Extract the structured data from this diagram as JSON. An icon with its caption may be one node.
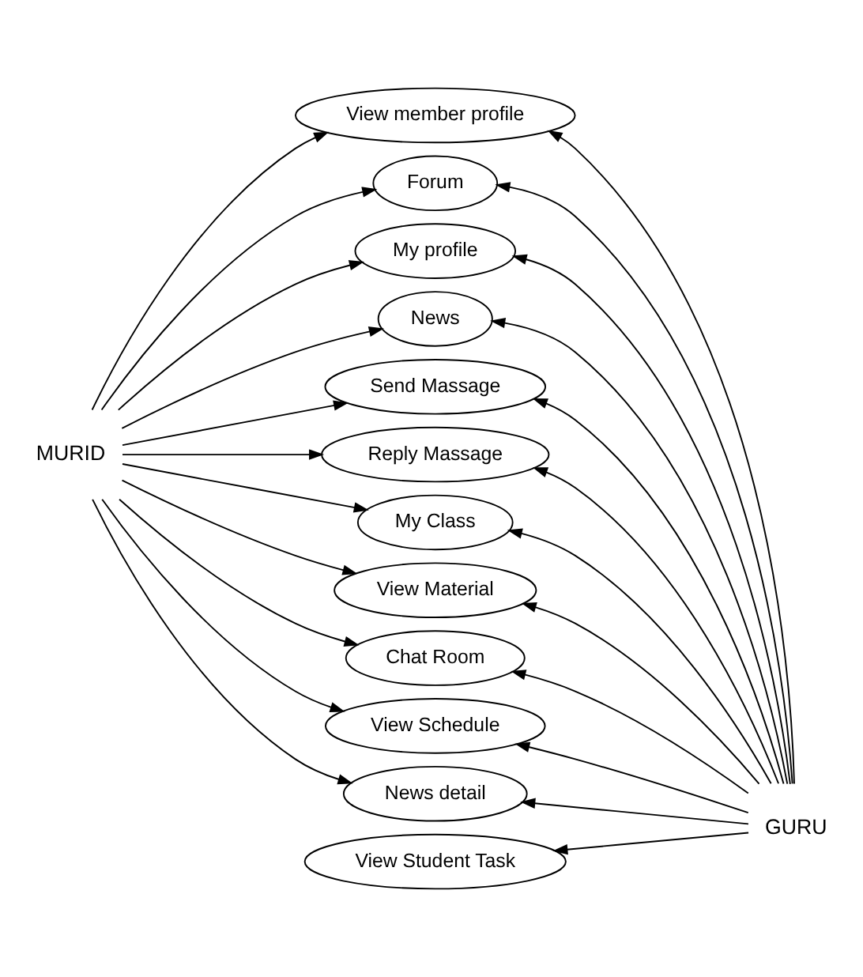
{
  "diagram": {
    "nodes": [
      {
        "text": [
          "MURID"
        ]
      },
      {
        "text": [
          "View member profile"
        ]
      },
      {
        "text": [
          "Forum"
        ]
      },
      {
        "text": [
          "My profile"
        ]
      },
      {
        "text": [
          "News"
        ]
      },
      {
        "text": [
          "Send Massage"
        ]
      },
      {
        "text": [
          "Reply Massage"
        ]
      },
      {
        "text": [
          "My Class"
        ]
      },
      {
        "text": [
          "View Material"
        ]
      },
      {
        "text": [
          "Chat Room"
        ]
      },
      {
        "text": [
          "View Schedule"
        ]
      },
      {
        "text": [
          "News detail"
        ]
      },
      {
        "text": [
          "View Student Task"
        ]
      },
      {
        "text": [
          "GURU"
        ]
      }
    ],
    "edges": [
      {
        "from": 0,
        "to": 1,
        "arrow": "to"
      },
      {
        "from": 0,
        "to": 2,
        "arrow": "to"
      },
      {
        "from": 0,
        "to": 3,
        "arrow": "to"
      },
      {
        "from": 0,
        "to": 4,
        "arrow": "to"
      },
      {
        "from": 0,
        "to": 5,
        "arrow": "to"
      },
      {
        "from": 0,
        "to": 6,
        "arrow": "to"
      },
      {
        "from": 0,
        "to": 7,
        "arrow": "to"
      },
      {
        "from": 0,
        "to": 8,
        "arrow": "to"
      },
      {
        "from": 0,
        "to": 9,
        "arrow": "to"
      },
      {
        "from": 0,
        "to": 10,
        "arrow": "to"
      },
      {
        "from": 0,
        "to": 11,
        "arrow": "to"
      },
      {
        "from": 13,
        "to": 1,
        "arrow": "to"
      },
      {
        "from": 13,
        "to": 2,
        "arrow": "to"
      },
      {
        "from": 13,
        "to": 3,
        "arrow": "to"
      },
      {
        "from": 13,
        "to": 4,
        "arrow": "to"
      },
      {
        "from": 13,
        "to": 5,
        "arrow": "to"
      },
      {
        "from": 13,
        "to": 6,
        "arrow": "to"
      },
      {
        "from": 13,
        "to": 7,
        "arrow": "to"
      },
      {
        "from": 13,
        "to": 8,
        "arrow": "to"
      },
      {
        "from": 13,
        "to": 9,
        "arrow": "to"
      },
      {
        "from": 13,
        "to": 10,
        "arrow": "to"
      },
      {
        "from": 13,
        "to": 11,
        "arrow": "to"
      },
      {
        "from": 13,
        "to": 12,
        "arrow": "to"
      }
    ]
  }
}
